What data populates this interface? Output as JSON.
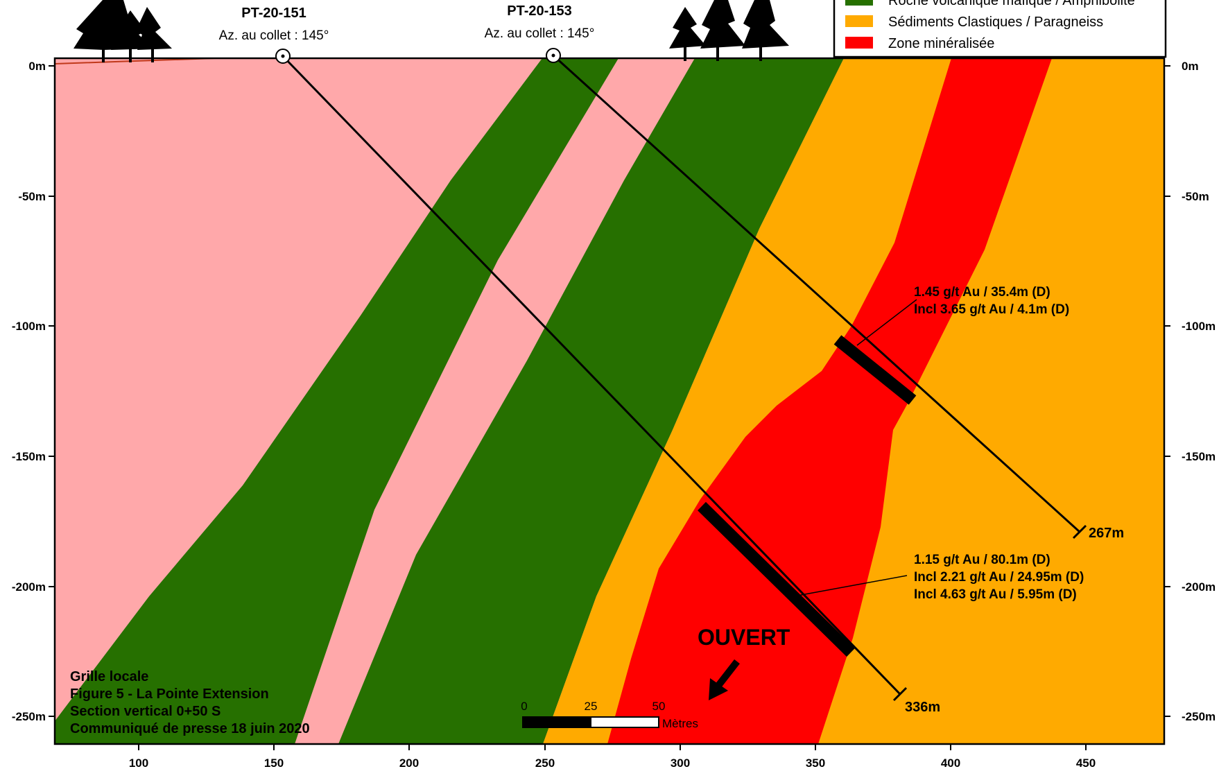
{
  "legend": {
    "items": [
      {
        "label": "Roche volcanique mafique / Amphibolite",
        "color": "#267000"
      },
      {
        "label": "Sédiments Clastiques / Paragneiss",
        "color": "#FFAA00"
      },
      {
        "label": "Zone minéralisée",
        "color": "#FF0000"
      }
    ]
  },
  "units": {
    "host_color": "#FFA8AA",
    "volcanic_color": "#267000",
    "sediment_color": "#FFAA00",
    "mineral_color": "#FF0000",
    "surface_color": "#C0391B"
  },
  "axes": {
    "x_ticks": [
      "100",
      "150",
      "200",
      "250",
      "300",
      "350",
      "400",
      "450"
    ],
    "y_ticks_left": [
      "0m",
      "-50m",
      "-100m",
      "-150m",
      "-200m",
      "-250m"
    ],
    "y_ticks_right": [
      "0m",
      "-50m",
      "-100m",
      "-150m",
      "-200m",
      "-250m"
    ]
  },
  "drillholes": [
    {
      "name": "PT-20-151",
      "azimuth": "Az. au collet : 145°",
      "end_depth": "336m"
    },
    {
      "name": "PT-20-153",
      "azimuth": "Az. au collet : 145°",
      "end_depth": "267m"
    }
  ],
  "intercepts": {
    "hole_153": [
      "1.45 g/t Au / 35.4m (D)",
      "Incl 3.65 g/t Au / 4.1m (D)"
    ],
    "hole_151": [
      "1.15 g/t Au / 80.1m (D)",
      "Incl 2.21 g/t Au / 24.95m (D)",
      "Incl 4.63 g/t Au / 5.95m (D)"
    ]
  },
  "annotation": {
    "open": "OUVERT"
  },
  "scale_bar": {
    "labels": [
      "0",
      "25",
      "50"
    ],
    "unit": "Mètres"
  },
  "caption": [
    "Grille locale",
    "Figure 5 - La Pointe Extension",
    "Section vertical 0+50 S",
    "Communiqué de presse 18 juin 2020"
  ]
}
